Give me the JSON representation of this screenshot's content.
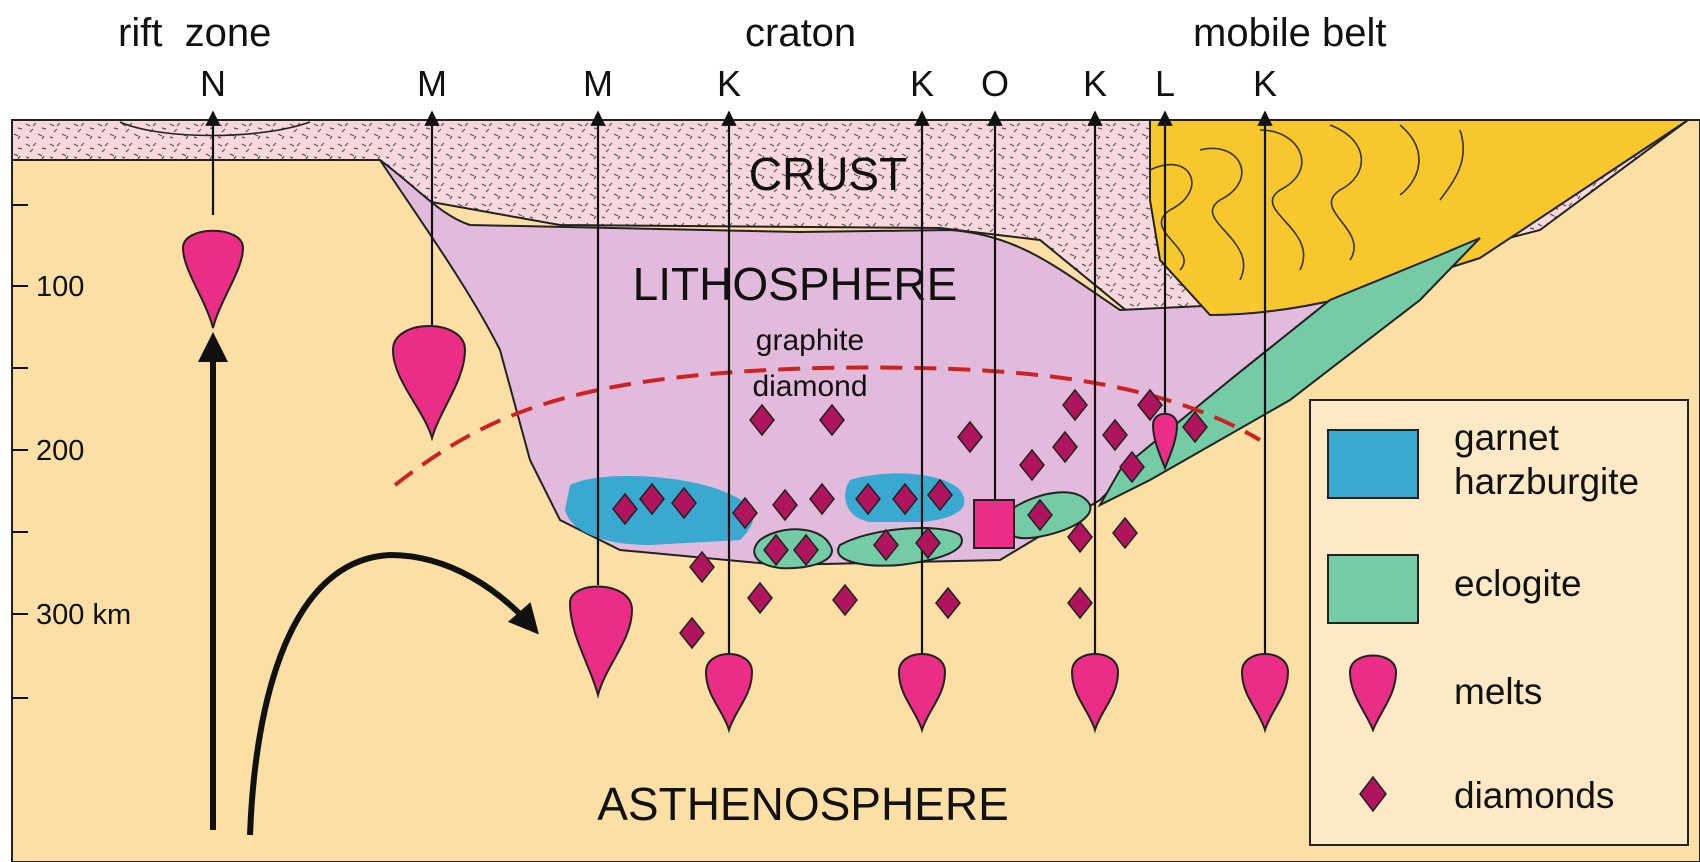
{
  "header": {
    "rift_zone": "rift  zone",
    "craton": "craton",
    "mobile_belt": "mobile belt"
  },
  "pipe_labels": [
    "N",
    "M",
    "M",
    "K",
    "K",
    "O",
    "K",
    "L",
    "K"
  ],
  "regions": {
    "crust": "CRUST",
    "lithosphere": "LITHOSPHERE",
    "asthenosphere": "ASTHENOSPHERE",
    "graphite": "graphite",
    "diamond": "diamond"
  },
  "depth_axis": {
    "ticks": [
      "100",
      "200",
      "300 km"
    ]
  },
  "legend": {
    "items": [
      {
        "label_lines": [
          "garnet",
          "harzburgite"
        ],
        "color": "#3aa9d2",
        "icon": "blue-box"
      },
      {
        "label_lines": [
          "eclogite"
        ],
        "color": "#74cca6",
        "icon": "green-box"
      },
      {
        "label_lines": [
          "melts"
        ],
        "color": "#ec2d86",
        "icon": "melt-drop-icon"
      },
      {
        "label_lines": [
          "diamonds"
        ],
        "color": "#b0145c",
        "icon": "diamond-icon"
      }
    ]
  },
  "colors": {
    "crust": "#f8d7dd",
    "lithosphere": "#e2bbdc",
    "asthenosphere": "#fbdfa5",
    "mobile_belt": "#f8c72c",
    "harzburgite": "#3aa9d2",
    "eclogite": "#74cca6",
    "melt": "#ec2d86",
    "diamond": "#b0145c",
    "graphite_diamond_line": "#cc2222",
    "legend_bg": "#fde9c6"
  }
}
